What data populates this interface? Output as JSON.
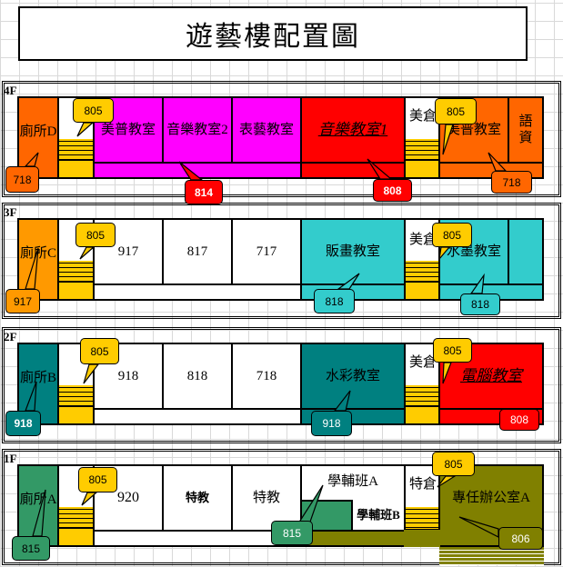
{
  "title": "遊藝樓配置圖",
  "colors": {
    "orange": "#ff6600",
    "magenta": "#ff00ff",
    "red": "#ff0000",
    "yellow": "#ffcc00",
    "lightorange": "#ff9900",
    "cyan": "#33cccc",
    "teal": "#008080",
    "green": "#339966",
    "olive": "#808000"
  },
  "floors": {
    "f4": {
      "label": "4F",
      "toilet": "廁所D",
      "rooms": [
        "美普教室",
        "音樂教室2",
        "表藝教室",
        "音樂教室1",
        "美倉",
        "美普教室",
        "語資"
      ],
      "callouts": [
        "805",
        "718",
        "814",
        "808",
        "805",
        "718"
      ]
    },
    "f3": {
      "label": "3F",
      "toilet": "廁所C",
      "rooms": [
        "917",
        "817",
        "717",
        "販畫教室",
        "美倉",
        "水墨教室"
      ],
      "callouts": [
        "805",
        "917",
        "818",
        "805",
        "818"
      ]
    },
    "f2": {
      "label": "2F",
      "toilet": "廁所B",
      "rooms": [
        "918",
        "818",
        "718",
        "水彩教室",
        "美倉",
        "電腦教室"
      ],
      "callouts": [
        "805",
        "918",
        "918",
        "805",
        "808"
      ]
    },
    "f1": {
      "label": "1F",
      "toilet": "廁所A",
      "rooms": [
        "920",
        "特教",
        "特教",
        "學輔班A",
        "學輔班B",
        "特倉",
        "專任辦公室A"
      ],
      "callouts": [
        "805",
        "815",
        "815",
        "805",
        "806"
      ]
    }
  }
}
